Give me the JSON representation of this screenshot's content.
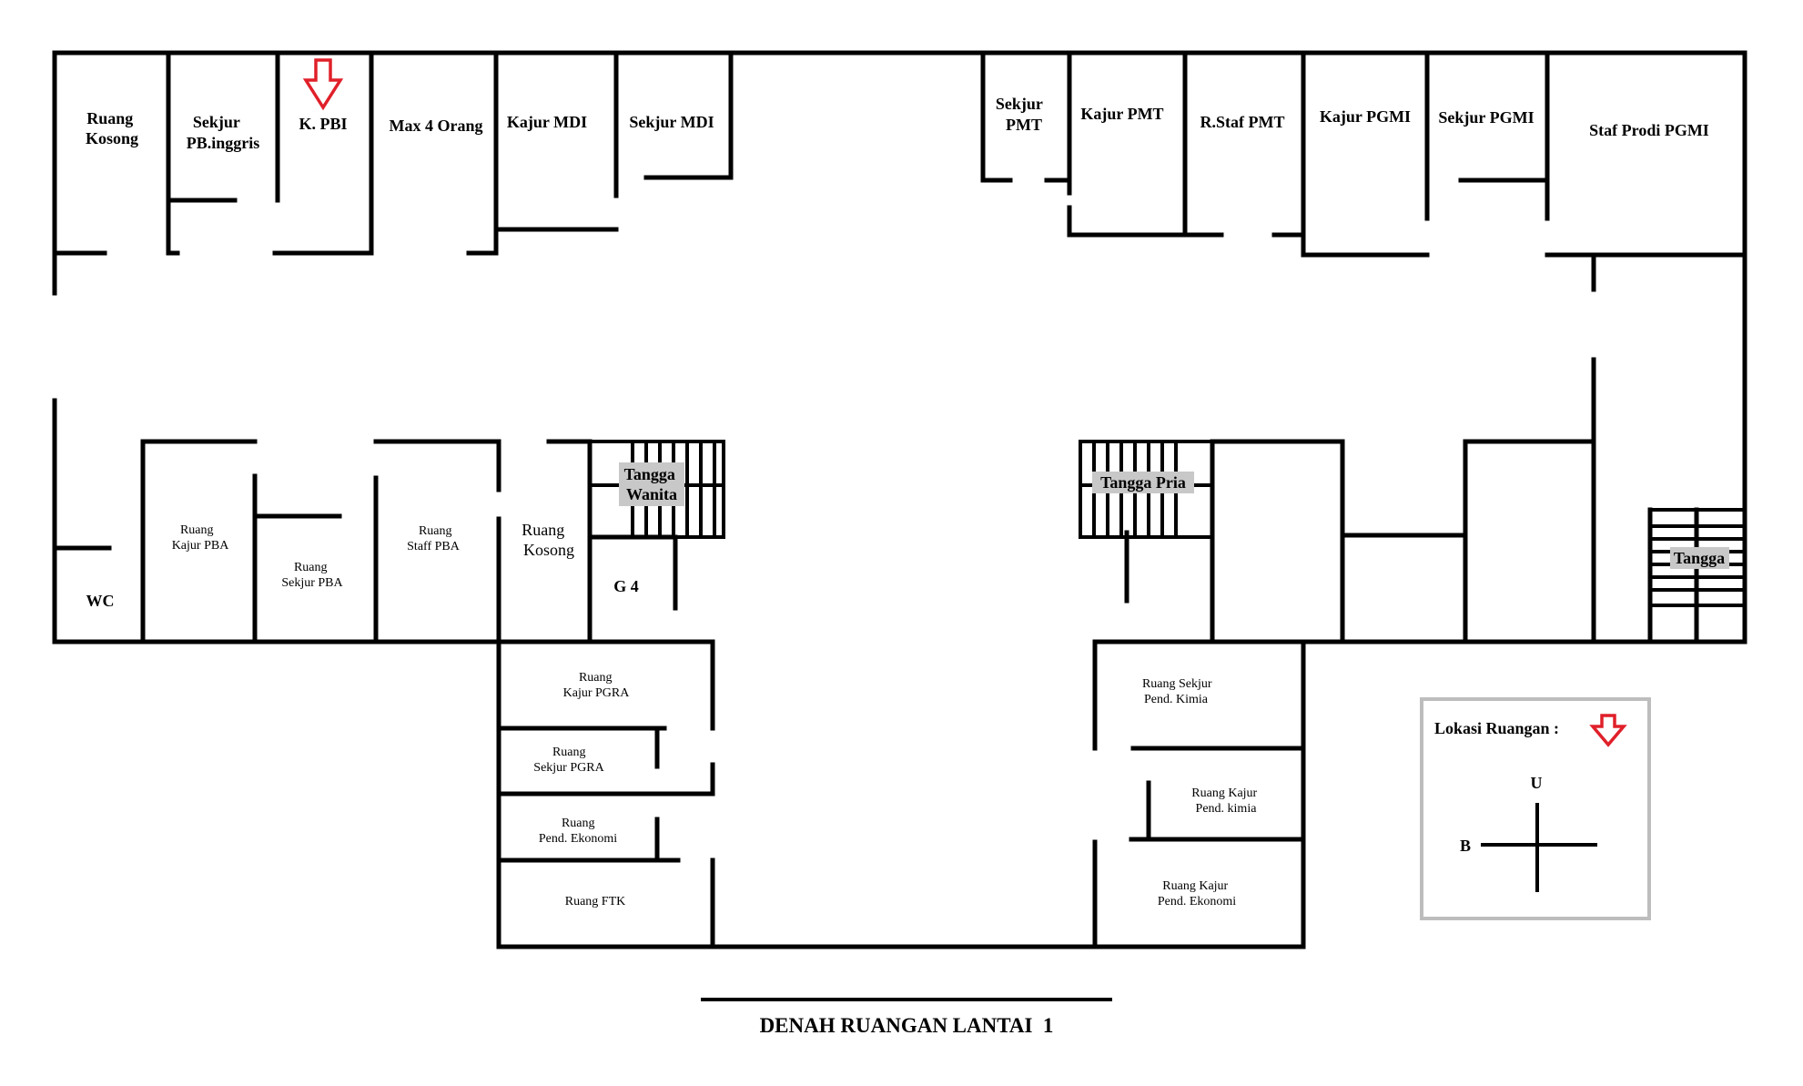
{
  "colors": {
    "wall": "#000000",
    "arrow": "#e0202a",
    "legend_border": "#bdbdbd",
    "tag_bg": "#c8c8c8"
  },
  "rooms": {
    "ruang_kosong_top": [
      "Ruang",
      "Kosong"
    ],
    "sekjur_pb_inggris": [
      "Sekjur",
      "PB.inggris"
    ],
    "k_pbi": "K. PBI",
    "max_4_orang": "Max 4 Orang",
    "kajur_mdi": "Kajur MDI",
    "sekjur_mdi": "Sekjur MDI",
    "sekjur_pmt": [
      "Sekjur",
      "PMT"
    ],
    "kajur_pmt": "Kajur PMT",
    "r_staf_pmt": "R.Staf PMT",
    "kajur_pgmi": "Kajur PGMI",
    "sekjur_pgmi": "Sekjur PGMI",
    "staf_prodi_pgmi": "Staf Prodi PGMI",
    "wc": "WC",
    "ruang_kajur_pba": [
      "Ruang",
      "Kajur PBA"
    ],
    "ruang_sekjur_pba": [
      "Ruang",
      "Sekjur PBA"
    ],
    "ruang_staff_pba": [
      "Ruang",
      "Staff PBA"
    ],
    "ruang_kosong_mid": [
      "Ruang",
      "Kosong"
    ],
    "g4": "G 4",
    "tangga_wanita": [
      "Tangga",
      "Wanita"
    ],
    "tangga_pria": "Tangga Pria",
    "tangga": "Tangga",
    "ruang_kajur_pgra": [
      "Ruang",
      "Kajur PGRA"
    ],
    "ruang_sekjur_pgra": [
      "Ruang",
      "Sekjur PGRA"
    ],
    "ruang_pend_ekonomi": [
      "Ruang",
      "Pend. Ekonomi"
    ],
    "ruang_ftk": "Ruang FTK",
    "ruang_sekjur_kimia": [
      "Ruang Sekjur",
      "Pend. Kimia"
    ],
    "ruang_kajur_kimia": [
      "Ruang Kajur",
      "Pend. kimia"
    ],
    "ruang_kajur_ekonomi": [
      "Ruang Kajur",
      "Pend. Ekonomi"
    ]
  },
  "legend": {
    "title": "Lokasi Ruangan :",
    "north": "U",
    "west": "B",
    "marker_icon": "down-arrow-icon"
  },
  "plan_title": "DENAH RUANGAN LANTAI  1"
}
